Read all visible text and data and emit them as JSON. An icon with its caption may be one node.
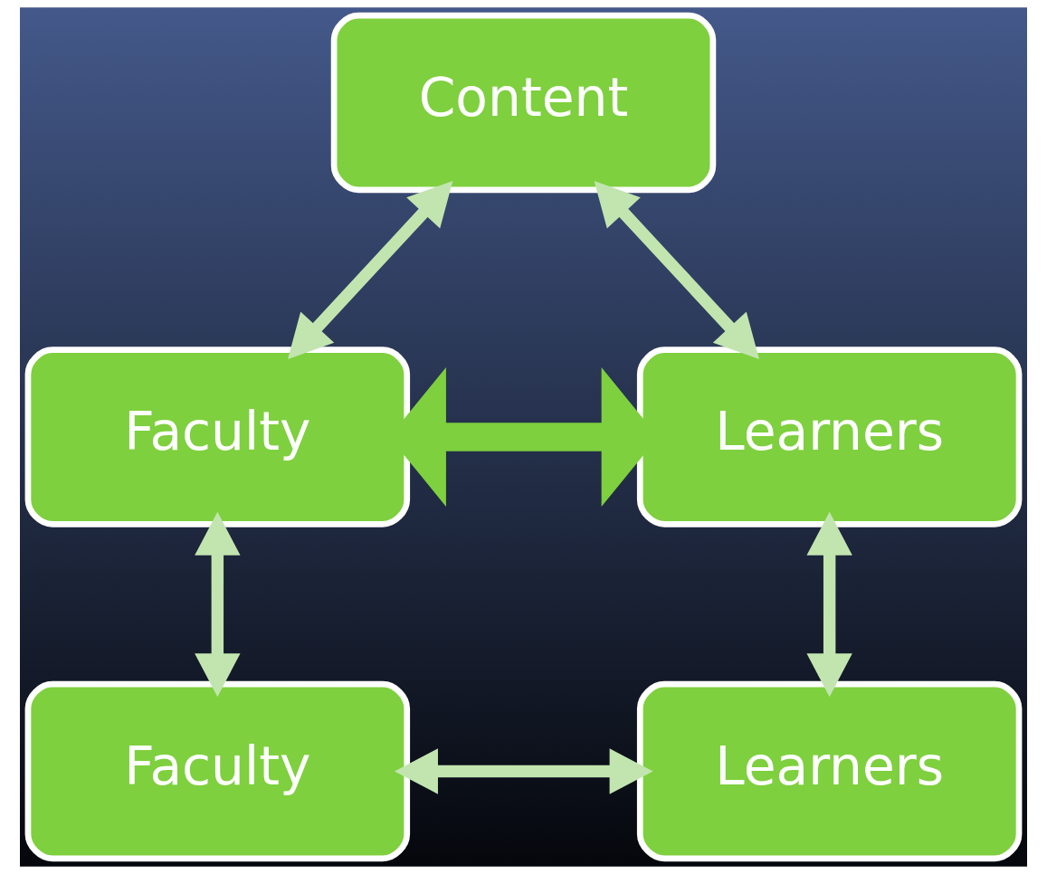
{
  "diagram": {
    "nodes": [
      {
        "text": [
          "Content"
        ]
      },
      {
        "text": [
          "Faculty"
        ]
      },
      {
        "text": [
          "Learners"
        ]
      },
      {
        "text": [
          "Faculty"
        ]
      },
      {
        "text": [
          "Learners"
        ]
      }
    ],
    "edges": [
      {
        "from": 1,
        "to": 0,
        "arrow": "both"
      },
      {
        "from": 0,
        "to": 2,
        "arrow": "both"
      },
      {
        "from": 1,
        "to": 2,
        "arrow": "both",
        "style": "thick",
        "color": "#7ed03e"
      },
      {
        "from": 1,
        "to": 3,
        "arrow": "both"
      },
      {
        "from": 2,
        "to": 4,
        "arrow": "both"
      },
      {
        "from": 3,
        "to": 4,
        "arrow": "both"
      }
    ]
  }
}
